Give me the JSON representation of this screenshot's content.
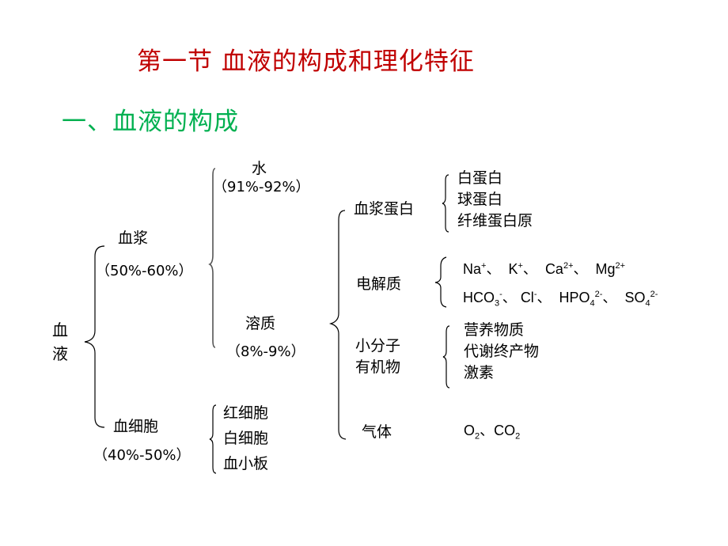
{
  "slide": {
    "title": "第一节  血液的构成和理化特征",
    "subtitle": "一、血液的构成",
    "colors": {
      "title": "#c00000",
      "subtitle": "#00b050",
      "text": "#000000"
    }
  },
  "tree": {
    "root": {
      "label_line1": "血",
      "label_line2": "液"
    },
    "plasma": {
      "label": "血浆",
      "percent": "（50%-60%）",
      "water": {
        "label": "水",
        "percent": "（91%-92%）"
      },
      "solute": {
        "label": "溶质",
        "percent": "（8%-9%）",
        "plasma_protein": {
          "label": "血浆蛋白",
          "items": [
            "白蛋白",
            "球蛋白",
            "纤维蛋白原"
          ]
        },
        "electrolytes": {
          "label": "电解质",
          "row1": [
            {
              "base": "Na",
              "sup": "+",
              "sep": "、"
            },
            {
              "base": "K",
              "sup": "+",
              "sep": "、"
            },
            {
              "base": "Ca",
              "sup": "2+",
              "sep": "、"
            },
            {
              "base": "Mg",
              "sup": "2+",
              "sep": ""
            }
          ],
          "row2": [
            {
              "base": "HCO",
              "sub": "3",
              "sup": "-",
              "sep": "、"
            },
            {
              "base": "Cl",
              "sup": "-",
              "sep": "、"
            },
            {
              "base": "HPO",
              "sub": "4",
              "sup": "2-",
              "sep": "、"
            },
            {
              "base": "SO",
              "sub": "4",
              "sup": "2-",
              "sep": ""
            }
          ]
        },
        "small_organics": {
          "label_line1": "小分子",
          "label_line2": "有机物",
          "items": [
            "营养物质",
            "代谢终产物",
            "激素"
          ]
        },
        "gases": {
          "label": "气体",
          "o2_base": "O",
          "o2_sub": "2",
          "sep": "、",
          "co2_base": "CO",
          "co2_sub": "2"
        }
      }
    },
    "blood_cells": {
      "label": "血细胞",
      "percent": "（40%-50%）",
      "items": [
        "红细胞",
        "白细胞",
        "血小板"
      ]
    }
  }
}
